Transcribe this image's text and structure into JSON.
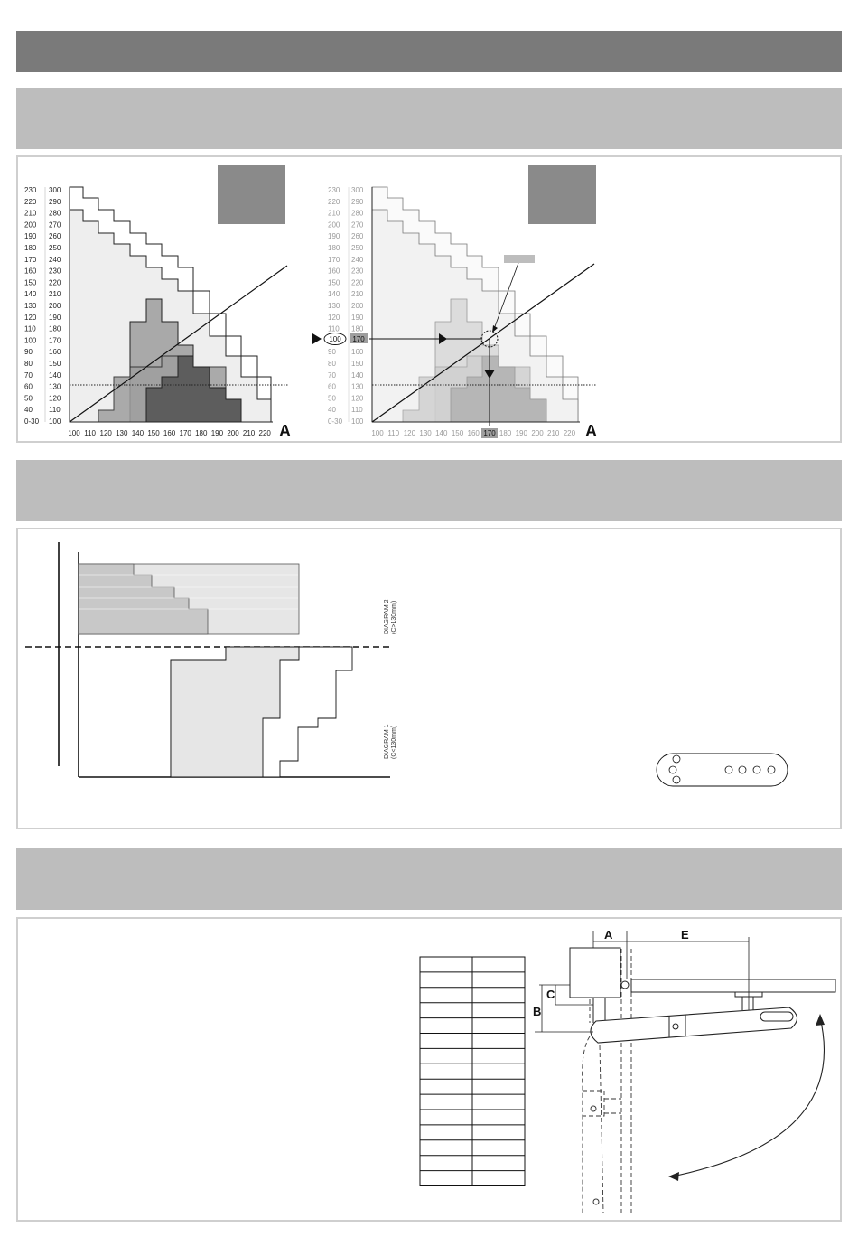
{
  "chart1": {
    "left_labels": [
      "230",
      "220",
      "210",
      "200",
      "190",
      "180",
      "170",
      "160",
      "150",
      "140",
      "130",
      "120",
      "110",
      "100",
      "90",
      "80",
      "70",
      "60",
      "50",
      "40",
      "0-30"
    ],
    "right_labels": [
      "300",
      "290",
      "280",
      "270",
      "260",
      "250",
      "240",
      "230",
      "220",
      "210",
      "200",
      "190",
      "180",
      "170",
      "160",
      "150",
      "140",
      "130",
      "120",
      "110",
      "100"
    ],
    "x_labels": [
      "100",
      "110",
      "120",
      "130",
      "140",
      "150",
      "160",
      "170",
      "180",
      "190",
      "200",
      "210",
      "220"
    ],
    "axis_letter": "A"
  },
  "chart2": {
    "left_labels": [
      "230",
      "220",
      "210",
      "200",
      "190",
      "180",
      "170",
      "160",
      "150",
      "140",
      "130",
      "120",
      "110",
      "100",
      "90",
      "80",
      "70",
      "60",
      "50",
      "40",
      "0-30"
    ],
    "right_labels": [
      "300",
      "290",
      "280",
      "270",
      "260",
      "250",
      "240",
      "230",
      "220",
      "210",
      "200",
      "190",
      "180",
      "170",
      "160",
      "150",
      "140",
      "130",
      "120",
      "110",
      "100"
    ],
    "x_labels": [
      "100",
      "110",
      "120",
      "130",
      "140",
      "150",
      "160",
      "170",
      "180",
      "190",
      "200",
      "210",
      "220"
    ],
    "axis_letter": "A",
    "example_left": "100",
    "example_right": "170",
    "example_x": "170"
  },
  "diagram_overview": {
    "label_diagram2": "DIAGRAM 2",
    "label_diagram2_sub": "(C>130mm)",
    "label_diagram1": "DIAGRAM 1",
    "label_diagram1_sub": "(C<130mm)"
  },
  "install": {
    "dim_a": "A",
    "dim_b": "B",
    "dim_c": "C",
    "dim_e": "E",
    "table_rows": 15
  },
  "colors": {
    "header_dark": "#7a7a7a",
    "header_light": "#bdbdbd",
    "zone_light": "#eeeeee",
    "zone_mid": "#d6d6d6",
    "zone_dark": "#9f9f9f",
    "zone_darkest": "#5d5d5d"
  }
}
